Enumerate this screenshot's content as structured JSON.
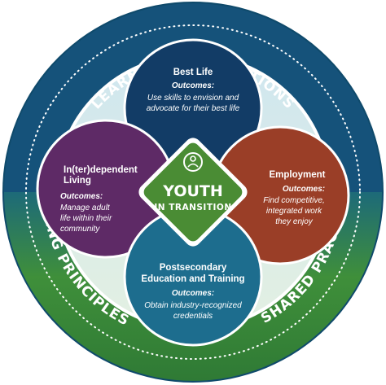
{
  "ring": {
    "top": "LEARNING EXPECTATIONS",
    "left": "GUIDING PRINCIPLES",
    "right": "SHARED PRACTICES"
  },
  "center": {
    "title": "YOUTH",
    "subtitle": "IN TRANSITION",
    "icon": "person-icon"
  },
  "outcomes_label": "Outcomes:",
  "domains": {
    "best_life": {
      "title_lines": [
        "Best Life"
      ],
      "outcome_lines": [
        "Use skills to envision and",
        "advocate for their best life"
      ],
      "color": "#123c66"
    },
    "employment": {
      "title_lines": [
        "Employment"
      ],
      "outcome_lines": [
        "Find competitive,",
        "integrated work",
        "they enjoy"
      ],
      "color": "#9a3e27"
    },
    "independent_living": {
      "title_lines": [
        "In(ter)dependent",
        "Living"
      ],
      "outcome_lines": [
        "Manage adult",
        "life within their",
        "community"
      ],
      "color": "#5e2a66"
    },
    "postsecondary": {
      "title_lines": [
        "Postsecondary",
        "Education and Training"
      ],
      "outcome_lines": [
        "Obtain industry-recognized",
        "credentials"
      ],
      "color": "#1d6d8e"
    }
  },
  "colors": {
    "ring_outer": "#114a6a",
    "ring_green": "#3f8f3a",
    "center_green": "#4a8c34"
  }
}
